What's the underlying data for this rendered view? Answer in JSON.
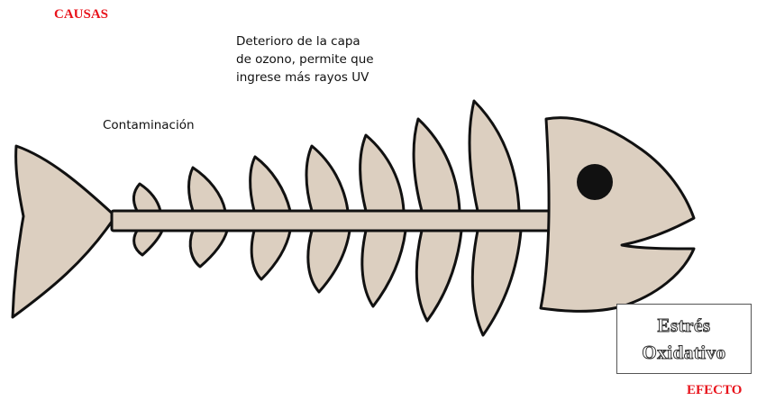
{
  "header": {
    "causes_label": "CAUSAS"
  },
  "causes": [
    {
      "text": "Contaminación"
    },
    {
      "text": "Deterioro de la capa\nde ozono, permite que\ningrese más rayos UV"
    }
  ],
  "effect": {
    "title_line1": "Estrés",
    "title_line2": "Oxidativo",
    "label": "EFECTO"
  },
  "colors": {
    "fish_fill": "#dccfc0",
    "outline": "#111111",
    "accent_red": "#e8131b"
  },
  "icons": {
    "fish": "fishbone-diagram",
    "eye": "eye-dot"
  }
}
